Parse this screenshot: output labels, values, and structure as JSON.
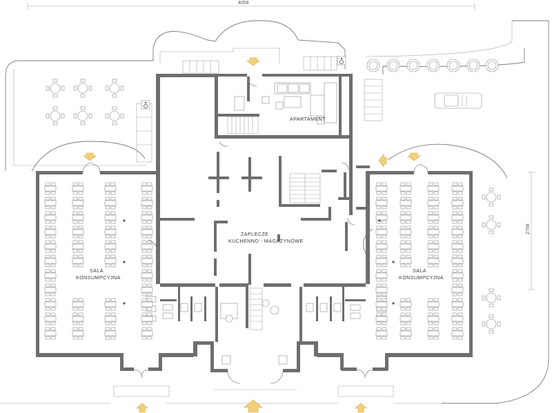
{
  "plan": {
    "dimensions": {
      "width": "4058",
      "depth": "2798"
    },
    "rooms": {
      "apartment": "APARTAMENT",
      "backroom_line1": "ZAPLECZE",
      "backroom_line2": "KUCHENNO - MAGAZYNOWE",
      "hall_left_line1": "SALA",
      "hall_left_line2": "KONSUMPCYJNA",
      "hall_right_line1": "SALA",
      "hall_right_line2": "KONSUMPCYJNA"
    },
    "icons": [
      "wheelchair-icon",
      "entrance-arrow-icon",
      "car-icon",
      "round-table-icon"
    ],
    "colors": {
      "walls": "#6e6e6e",
      "lines": "#8a8a8a",
      "entrance_arrows": "#f3cf7a"
    }
  }
}
